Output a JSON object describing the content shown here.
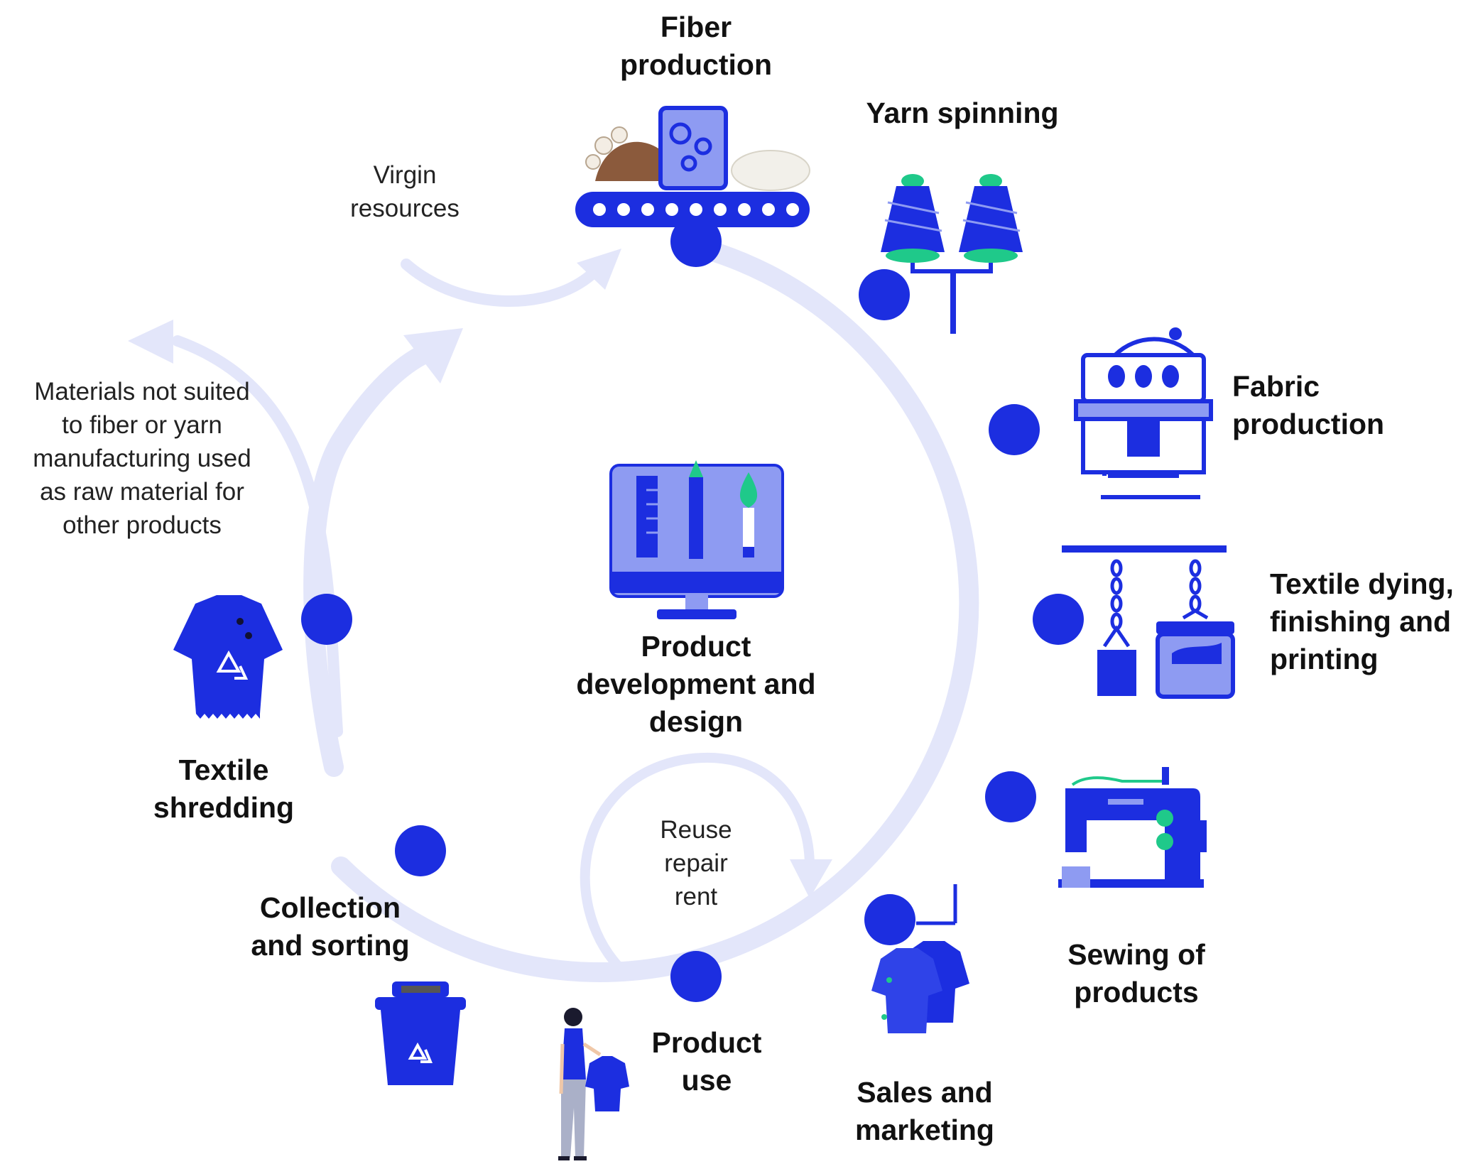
{
  "colors": {
    "primary": "#1c2ee0",
    "light": "#8e9bf2",
    "pale": "#e3e6fa",
    "accent": "#1fc98a"
  },
  "stages": {
    "fiber": "Fiber\nproduction",
    "yarn": "Yarn spinning",
    "fabric": "Fabric\nproduction",
    "dyeing": "Textile dying,\nfinishing and\nprinting",
    "sewing": "Sewing of\nproducts",
    "sales": "Sales and\nmarketing",
    "use": "Product\nuse",
    "collection": "Collection\nand sorting",
    "shredding": "Textile\nshredding",
    "design": "Product\ndevelopment and\ndesign"
  },
  "notes": {
    "virgin": "Virgin\nresources",
    "materials": "Materials not suited\nto fiber or yarn\nmanufacturing used\nas raw material for\nother products",
    "reuse": "Reuse\nrepair\nrent"
  },
  "icons": [
    "cotton-conveyor-icon",
    "yarn-spools-icon",
    "knitting-machine-icon",
    "dye-vat-icon",
    "sewing-machine-icon",
    "clothes-rack-icon",
    "person-holding-shirt-icon",
    "recycle-bin-icon",
    "shredded-shirt-icon",
    "design-monitor-icon"
  ]
}
